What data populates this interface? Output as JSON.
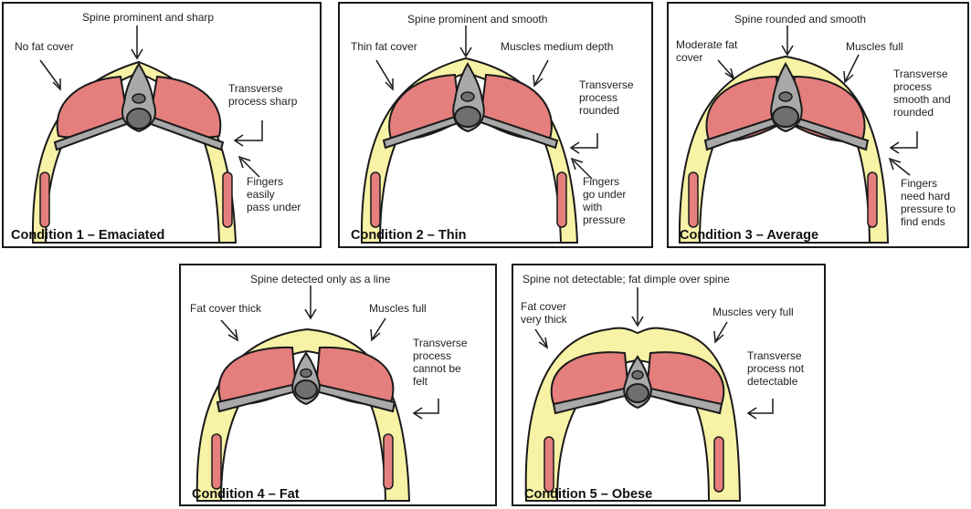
{
  "colors": {
    "fat": "#f7f2a6",
    "muscle": "#e47f7d",
    "bone": "#a9a9a9",
    "bone_dark": "#6f6f6f",
    "outline": "#1a1a1a",
    "border": "#1a1a1a"
  },
  "panels": [
    {
      "condition": "Condition 1 – Emaciated",
      "labels": {
        "spine": "Spine prominent and sharp",
        "fat": "No fat cover",
        "transverse": "Transverse\nprocess sharp",
        "fingers": "Fingers\neasily\npass under"
      }
    },
    {
      "condition": "Condition 2 – Thin",
      "labels": {
        "spine": "Spine prominent and smooth",
        "fat": "Thin fat cover",
        "muscles": "Muscles medium depth",
        "transverse": "Transverse\nprocess\nrounded",
        "fingers": "Fingers\ngo under\nwith\npressure"
      }
    },
    {
      "condition": "Condition 3 – Average",
      "labels": {
        "spine": "Spine rounded and smooth",
        "fat": "Moderate fat\ncover",
        "muscles": "Muscles full",
        "transverse": "Transverse\nprocess\nsmooth and\nrounded",
        "fingers": "Fingers\nneed hard\npressure to\nfind ends"
      }
    },
    {
      "condition": "Condition 4 – Fat",
      "labels": {
        "spine": "Spine detected only as a line",
        "fat": "Fat cover thick",
        "muscles": "Muscles full",
        "transverse": "Transverse\nprocess\ncannot be\nfelt"
      }
    },
    {
      "condition": "Condition 5 – Obese",
      "labels": {
        "spine": "Spine not detectable; fat dimple over spine",
        "fat": "Fat cover\nvery thick",
        "muscles": "Muscles very full",
        "transverse": "Transverse\nprocess not\ndetectable"
      }
    }
  ]
}
